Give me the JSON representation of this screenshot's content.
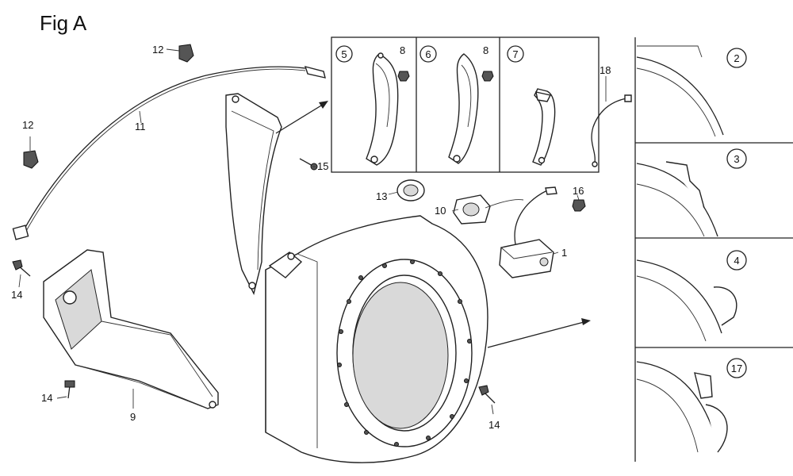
{
  "figure": {
    "title": "Fig A"
  },
  "callouts": {
    "c1": "1",
    "c2": "2",
    "c3": "3",
    "c4": "4",
    "c5": "5",
    "c6": "6",
    "c7": "7",
    "c8a": "8",
    "c8b": "8",
    "c9": "9",
    "c10": "10",
    "c11": "11",
    "c12a": "12",
    "c12b": "12",
    "c13": "13",
    "c14a": "14",
    "c14b": "14",
    "c14c": "14",
    "c15": "15",
    "c16": "16",
    "c17": "17",
    "c18": "18"
  }
}
